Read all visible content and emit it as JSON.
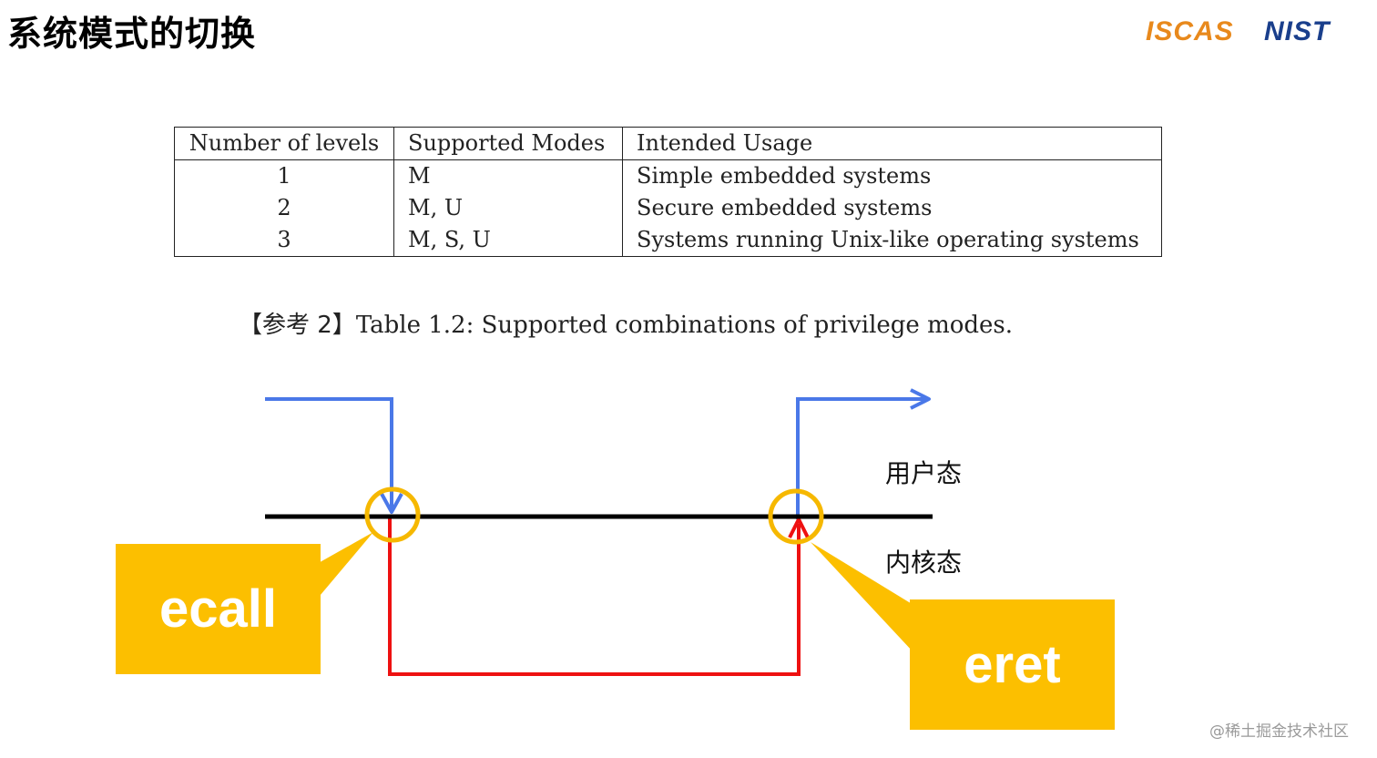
{
  "slide": {
    "title": "系统模式的切换"
  },
  "logos": {
    "iscas": "ISCAS",
    "nist": "NIST"
  },
  "table": {
    "headers": [
      "Number of levels",
      "Supported Modes",
      "Intended Usage"
    ],
    "rows": [
      [
        "1",
        "M",
        "Simple embedded systems"
      ],
      [
        "2",
        "M, U",
        "Secure embedded systems"
      ],
      [
        "3",
        "M, S, U",
        "Systems running Unix-like operating systems"
      ]
    ]
  },
  "caption": {
    "prefix": "【参考 2】",
    "text": "Table 1.2: Supported combinations of privilege modes."
  },
  "diagram": {
    "user_mode_label": "用户态",
    "kernel_mode_label": "内核态",
    "ecall_label": "ecall",
    "eret_label": "eret",
    "colors": {
      "user_path": "#4a78e8",
      "kernel_path": "#ee1111",
      "boundary": "#000000",
      "callout": "#fcbf00",
      "circle": "#f6b800"
    }
  },
  "watermark": "@稀土掘金技术社区"
}
